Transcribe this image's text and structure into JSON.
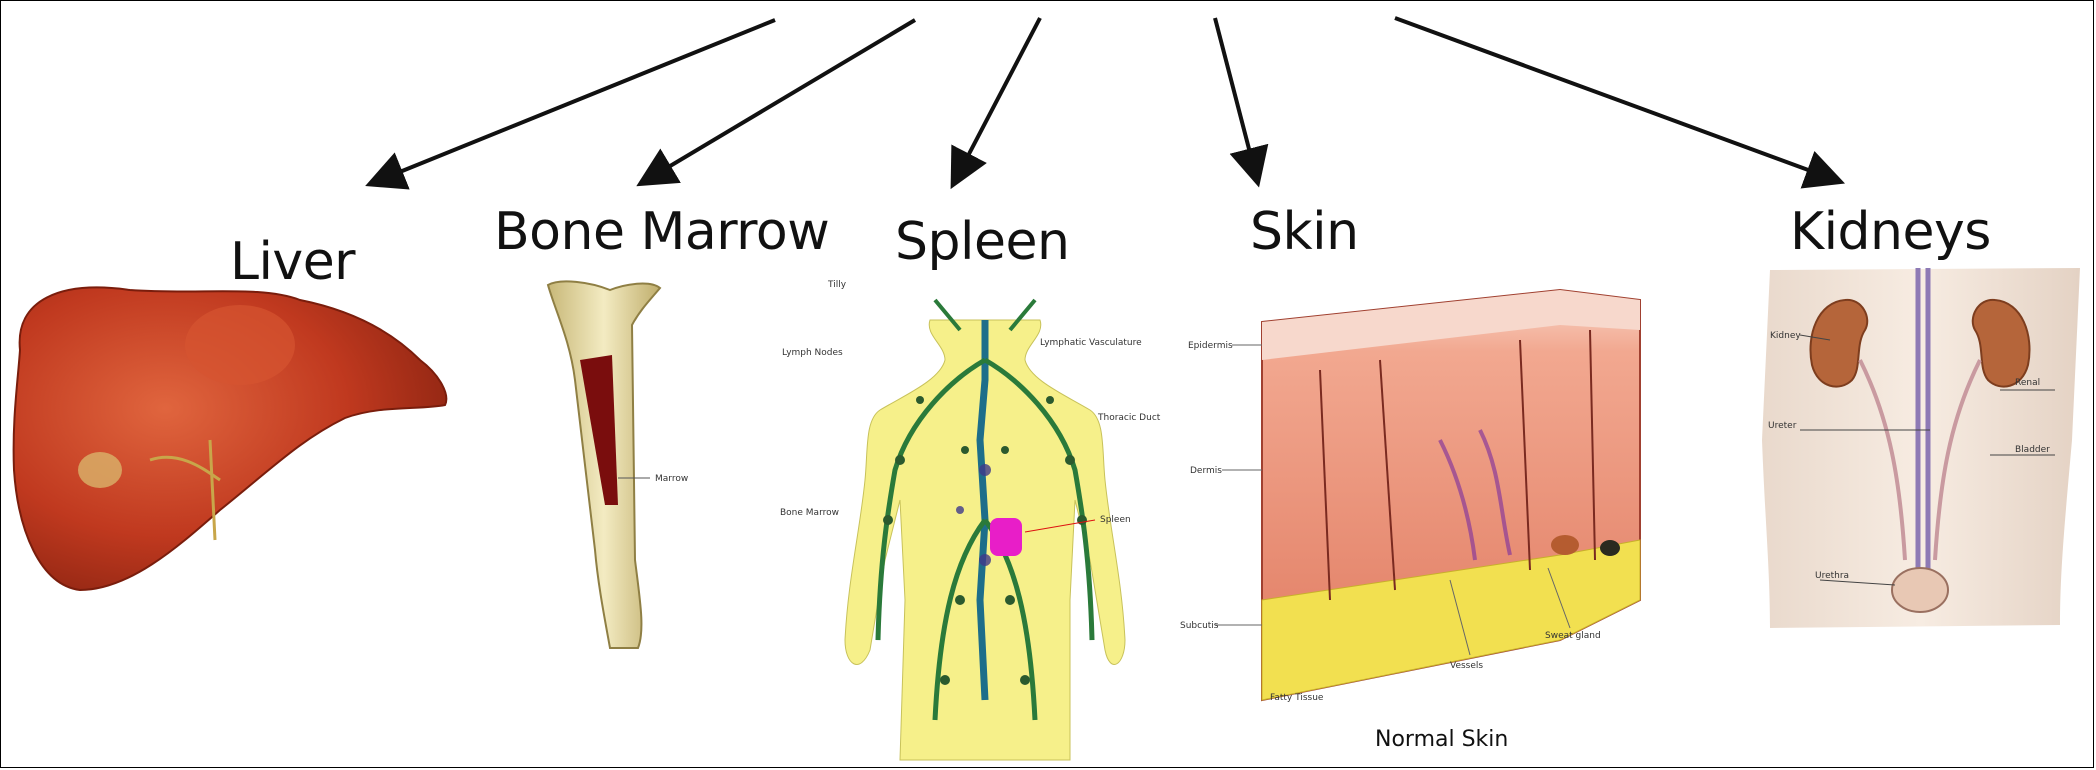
{
  "organs": [
    {
      "id": "liver",
      "label": "Liver"
    },
    {
      "id": "bone-marrow",
      "label": "Bone Marrow"
    },
    {
      "id": "spleen",
      "label": "Spleen"
    },
    {
      "id": "skin",
      "label": "Skin"
    },
    {
      "id": "kidneys",
      "label": "Kidneys"
    }
  ],
  "skin_caption": "Normal Skin",
  "lymph_labels": {
    "top": "Tilly",
    "lymph_nodes": "Lymph Nodes",
    "lymphatic": "Lymphatic Vasculature",
    "thoracic": "Thoracic Duct",
    "bone_marrow": "Bone Marrow",
    "spleen": "Spleen"
  },
  "bone_label": "Marrow",
  "skin_labels": {
    "epidermis": "Epidermis",
    "dermis": "Dermis",
    "subcutis": "Subcutis",
    "fatty": "Fatty Tissue",
    "vessels": "Vessels",
    "gland": "Sweat gland"
  },
  "kidney_labels": {
    "kidney": "Kidney",
    "ureter": "Ureter",
    "bladder": "Bladder",
    "urethra": "Urethra",
    "renal": "Renal"
  },
  "colors": {
    "liver": "#c0391f",
    "marrow": "#7a0d0d",
    "bone": "#e8dca2",
    "lymph_bg": "#f6f08a",
    "lymph_vessels": "#2a7a3a",
    "spleen_dot": "#e81ec8",
    "skin": "#e98773",
    "fat": "#f2e050",
    "kidney": "#b5653a"
  }
}
